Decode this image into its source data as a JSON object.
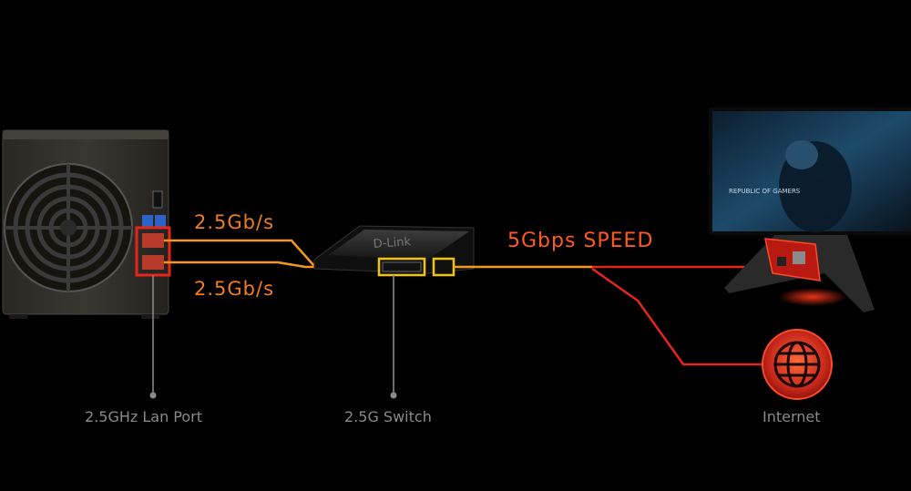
{
  "diagram": {
    "nas": {
      "caption": "2.5GHz Lan Port"
    },
    "switch": {
      "caption": "2.5G Switch",
      "brand": "D-Link"
    },
    "internet": {
      "caption": "Internet"
    },
    "links": {
      "upper": "2.5Gb/s",
      "lower": "2.5Gb/s",
      "aggregate": "5Gbps SPEED"
    },
    "monitor": {
      "brand_text": "REPUBLIC OF GAMERS"
    },
    "colors": {
      "background": "#000000",
      "orange": "#f39a1e",
      "red": "#e8251a",
      "caption": "#8a8a8a",
      "highlight_box": "#f5c400"
    }
  }
}
